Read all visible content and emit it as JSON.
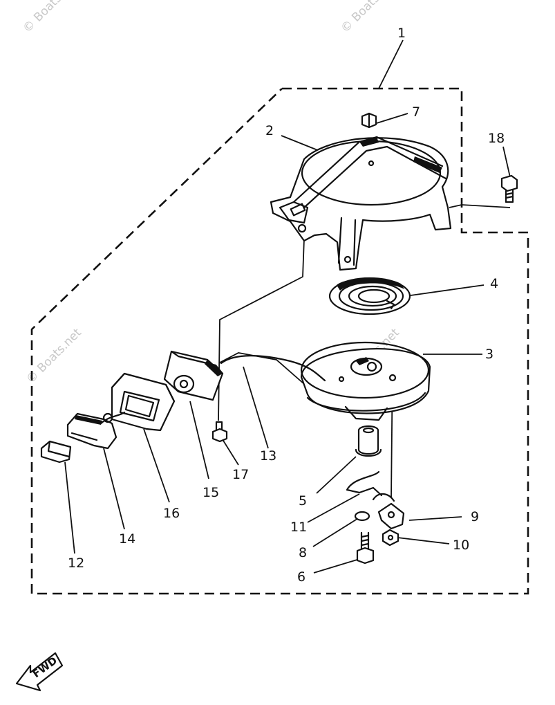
{
  "watermark": "© Boats.net",
  "callouts": [
    "1",
    "2",
    "3",
    "4",
    "5",
    "6",
    "7",
    "8",
    "9",
    "10",
    "11",
    "12",
    "13",
    "14",
    "15",
    "16",
    "17",
    "18"
  ],
  "direction_tag": "FWD",
  "colors": {
    "ink": "#111111",
    "watermark": "#c8c8c8",
    "background": "#ffffff"
  }
}
